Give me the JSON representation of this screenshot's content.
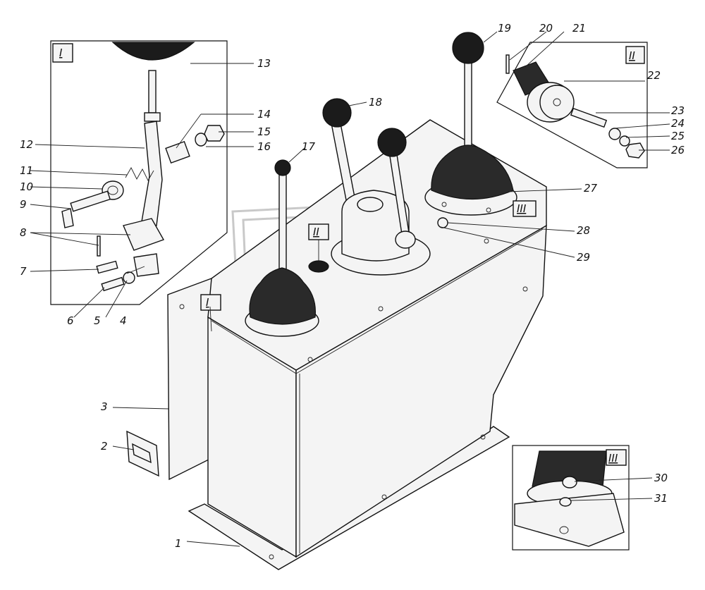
{
  "diagram": {
    "callouts": [
      "1",
      "2",
      "3",
      "4",
      "5",
      "6",
      "7",
      "8",
      "9",
      "10",
      "11",
      "12",
      "13",
      "14",
      "15",
      "16",
      "17",
      "18",
      "19",
      "20",
      "21",
      "22",
      "23",
      "24",
      "25",
      "26",
      "27",
      "28",
      "29",
      "30",
      "31"
    ],
    "inset_labels": {
      "inset1": "I",
      "inset2": "II",
      "inset3": "III"
    },
    "view_markers": {
      "marker1": "I",
      "marker2": "II",
      "marker3": "III"
    }
  }
}
